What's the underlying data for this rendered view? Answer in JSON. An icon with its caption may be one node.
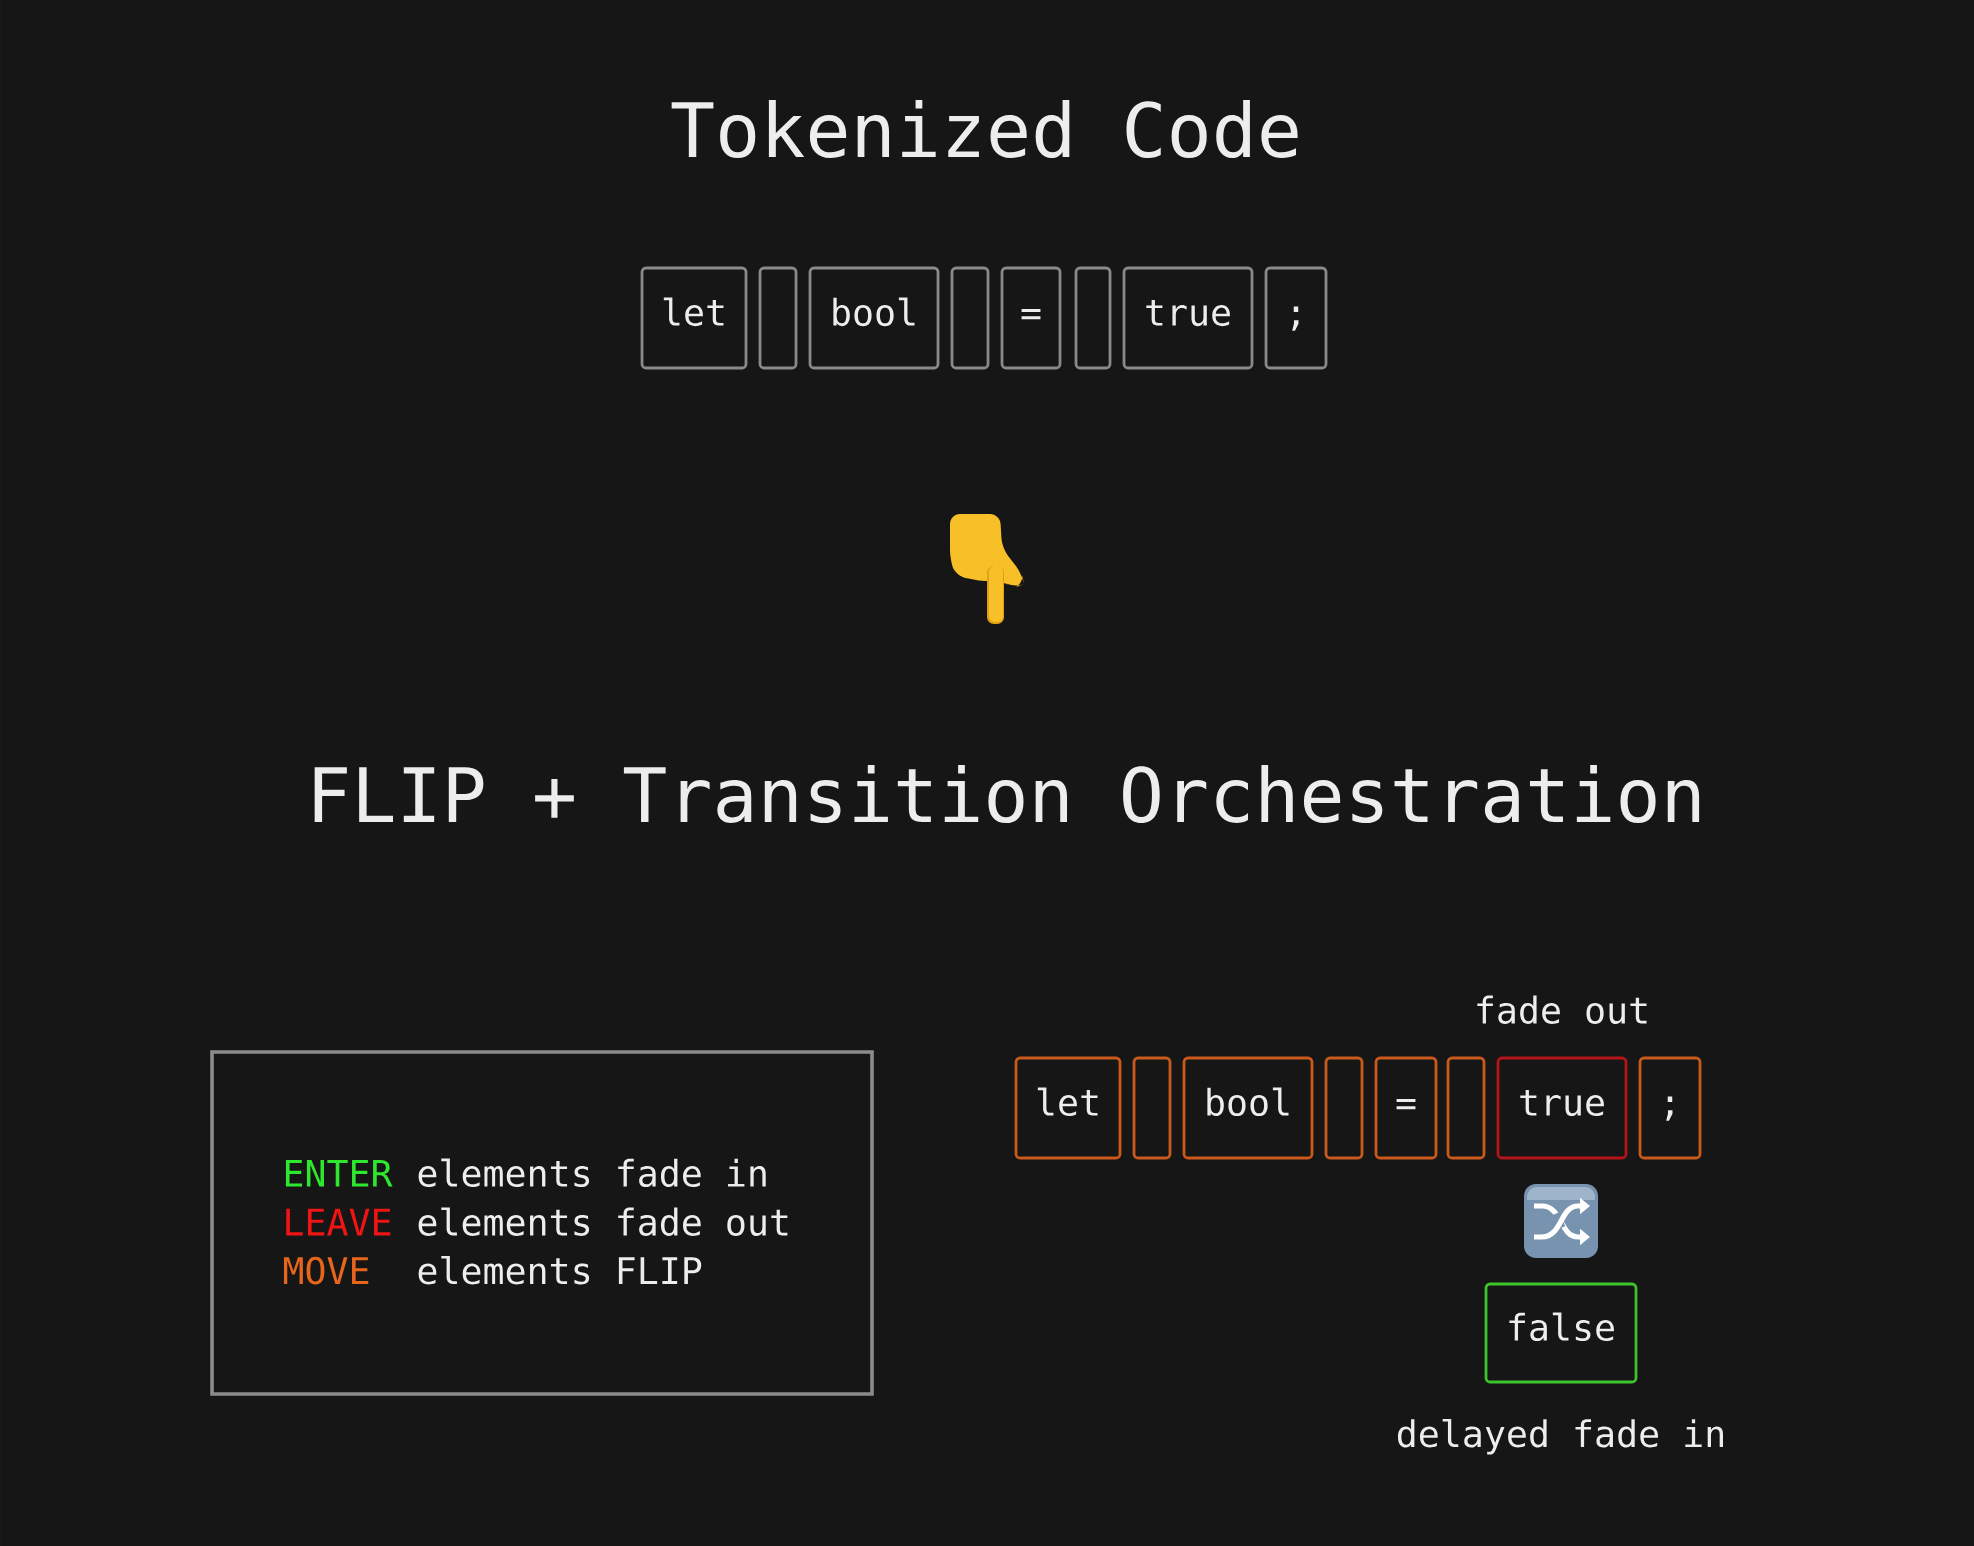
{
  "diagram": {
    "title": "Tokenized Code",
    "nodes": [
      {
        "text": [
          "let"
        ]
      },
      {
        "text": [],
        "shape": "box"
      },
      {
        "text": [
          "bool"
        ]
      },
      {
        "text": [],
        "shape": "box"
      },
      {
        "text": [
          "="
        ]
      },
      {
        "text": [],
        "shape": "box"
      },
      {
        "text": [
          "true"
        ]
      },
      {
        "text": [
          ";"
        ]
      },
      {
        "text": [
          "ENTER",
          "elements fade in",
          "LEAVE",
          "elements fade out",
          "MOVE",
          "elements FLIP"
        ]
      },
      {
        "text": [
          "let"
        ]
      },
      {
        "text": [],
        "shape": "box"
      },
      {
        "text": [
          "bool"
        ]
      },
      {
        "text": [],
        "shape": "box"
      },
      {
        "text": [
          "="
        ]
      },
      {
        "text": [],
        "shape": "box"
      },
      {
        "text": [
          "true"
        ],
        "beside": [
          "fade out"
        ]
      },
      {
        "text": [
          ";"
        ]
      },
      {
        "text": [
          "false"
        ],
        "beside": [
          "delayed fade in"
        ]
      }
    ],
    "labels": [
      "FLIP + Transition Orchestration"
    ]
  }
}
